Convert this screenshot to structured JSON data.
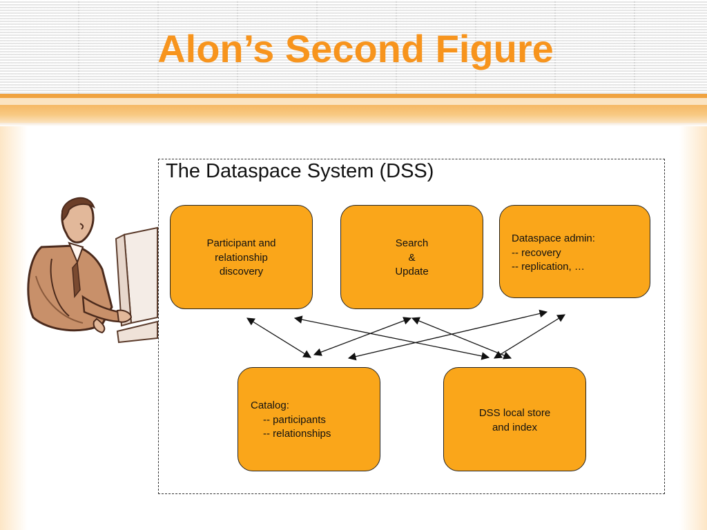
{
  "slide": {
    "title": "Alon’s Second Figure",
    "theme_accent": "#f7941d",
    "node_fill": "#faa61a"
  },
  "figure": {
    "title": "The Dataspace System (DSS)",
    "clipart": "businessman-at-computer-icon",
    "nodes": {
      "participant": {
        "lines": [
          "Participant and",
          "relationship",
          "discovery"
        ]
      },
      "search": {
        "lines": [
          "Search",
          "&",
          "Update"
        ]
      },
      "admin": {
        "lines": [
          "Dataspace admin:",
          "-- recovery",
          "-- replication, …"
        ]
      },
      "catalog": {
        "lines": [
          "Catalog:",
          "-- participants",
          "-- relationships"
        ]
      },
      "store": {
        "lines": [
          "DSS local store",
          "and index"
        ]
      }
    },
    "edges": [
      {
        "from": "participant",
        "to": "catalog",
        "type": "bidirectional"
      },
      {
        "from": "participant",
        "to": "store",
        "type": "bidirectional"
      },
      {
        "from": "search",
        "to": "catalog",
        "type": "bidirectional"
      },
      {
        "from": "search",
        "to": "store",
        "type": "bidirectional"
      },
      {
        "from": "admin",
        "to": "catalog",
        "type": "bidirectional"
      },
      {
        "from": "admin",
        "to": "store",
        "type": "bidirectional"
      }
    ]
  }
}
